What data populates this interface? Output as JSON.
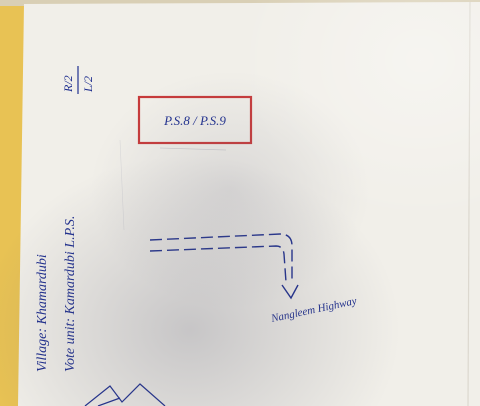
{
  "photo": {
    "colors": {
      "paper": "#f1efe9",
      "paper_shadow": "#d5d4d6",
      "background_yellow": "#e8c254",
      "ink_blue": "#1f2f8f",
      "box_red": "#c73a3a"
    },
    "left_notes": {
      "village_line": "Village: Khamardubi",
      "vote_line": "Vote unit: Kamardubi L.P.S.",
      "fraction_top": "R/2",
      "fraction_bottom": "L/2"
    },
    "polling_station_box": {
      "label": "P.S.8 / P.S.9"
    },
    "road_sketch": {
      "label": "Nangleem Highway"
    }
  }
}
